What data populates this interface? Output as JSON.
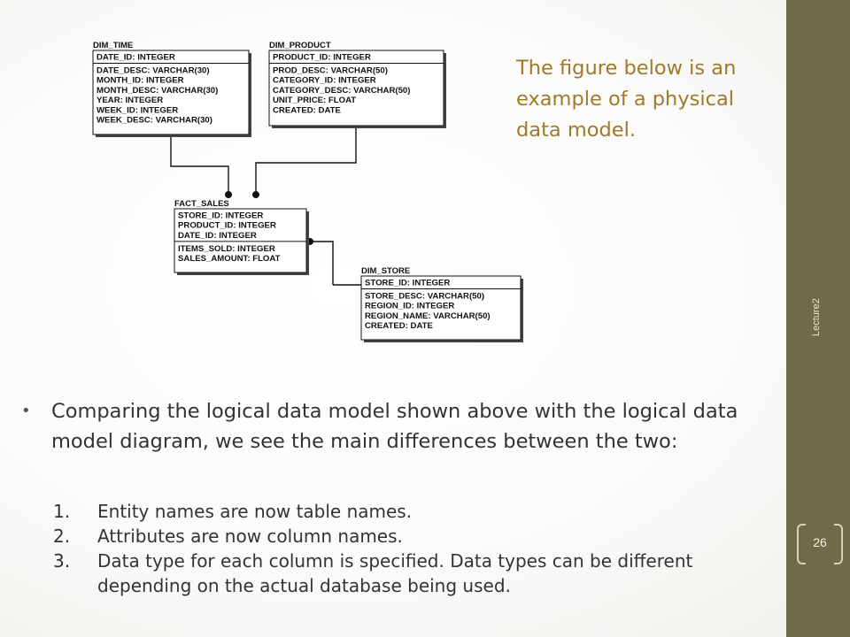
{
  "slide": {
    "caption": "The figure below is an example of a physical data model.",
    "bullet": "Comparing the logical data model shown above with the logical data model diagram, we see the main differences between the two:",
    "items": [
      {
        "num": "1.",
        "text": "Entity names are now table names."
      },
      {
        "num": "2.",
        "text": "Attributes are now column names."
      },
      {
        "num": "3.",
        "text": "Data type for each column is specified. Data types can be different depending on the actual database being used."
      }
    ],
    "side_label": "Lecture2",
    "page_number": "26"
  },
  "diagram": {
    "tables": [
      {
        "id": "dim_time",
        "name": "DIM_TIME",
        "key": "DATE_ID: INTEGER",
        "columns": [
          "DATE_DESC: VARCHAR(30)",
          "MONTH_ID: INTEGER",
          "MONTH_DESC: VARCHAR(30)",
          "YEAR: INTEGER",
          "WEEK_ID: INTEGER",
          "WEEK_DESC: VARCHAR(30)"
        ]
      },
      {
        "id": "dim_product",
        "name": "DIM_PRODUCT",
        "key": "PRODUCT_ID: INTEGER",
        "columns": [
          "PROD_DESC: VARCHAR(50)",
          "CATEGORY_ID: INTEGER",
          "CATEGORY_DESC: VARCHAR(50)",
          "UNIT_PRICE: FLOAT",
          "CREATED: DATE"
        ]
      },
      {
        "id": "fact_sales",
        "name": "FACT_SALES",
        "key": "STORE_ID: INTEGER\nPRODUCT_ID: INTEGER\nDATE_ID: INTEGER",
        "columns": [
          "ITEMS_SOLD: INTEGER",
          "SALES_AMOUNT: FLOAT"
        ]
      },
      {
        "id": "dim_store",
        "name": "DIM_STORE",
        "key": "STORE_ID: INTEGER",
        "columns": [
          "STORE_DESC: VARCHAR(50)",
          "REGION_ID: INTEGER",
          "REGION_NAME: VARCHAR(50)",
          "CREATED: DATE"
        ]
      }
    ],
    "relationships": [
      {
        "from": "dim_time",
        "to": "fact_sales"
      },
      {
        "from": "dim_product",
        "to": "fact_sales"
      },
      {
        "from": "dim_store",
        "to": "fact_sales"
      }
    ]
  },
  "colors": {
    "sidebar": "#6f6a4a",
    "caption": "#a0792c",
    "body_text": "#333333"
  }
}
